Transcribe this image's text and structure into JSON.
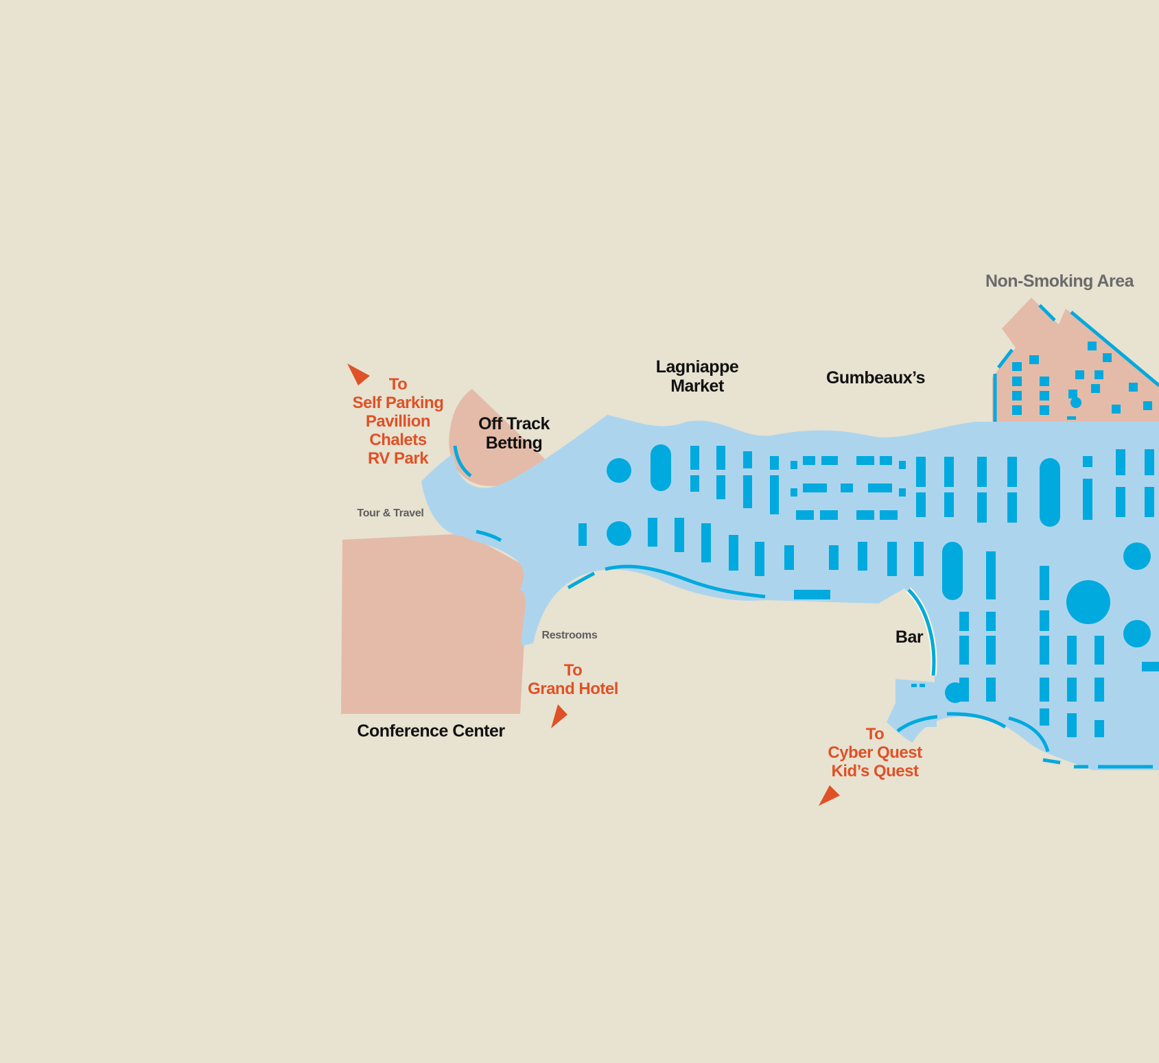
{
  "map": {
    "colors": {
      "background": "#e8e2d1",
      "floor": "#acd5ed",
      "fixture": "#00a9de",
      "venue": "#e4bba8",
      "direction": "#df5126",
      "venue_text": "#111111",
      "secondary_text": "#6a6a6a"
    },
    "venues": {
      "off_track_betting": [
        "Off Track",
        "Betting"
      ],
      "lagniappe_market": [
        "Lagniappe",
        "Market"
      ],
      "gumbeaux": "Gumbeaux’s",
      "non_smoking": "Non-Smoking Area",
      "conference_center": "Conference Center",
      "bar": "Bar"
    },
    "amenities": {
      "tour_travel": "Tour & Travel",
      "restrooms": "Restrooms"
    },
    "directions": {
      "self_parking": [
        "To",
        "Self Parking",
        "Pavillion",
        "Chalets",
        "RV Park"
      ],
      "grand_hotel": [
        "To",
        "Grand Hotel"
      ],
      "cyber_quest": [
        "To",
        "Cyber Quest",
        "Kid’s Quest"
      ]
    }
  }
}
